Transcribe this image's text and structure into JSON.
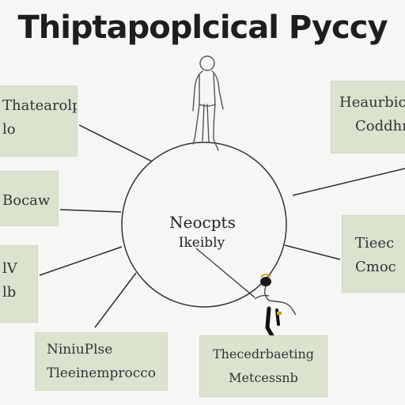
{
  "title": "Thiptapoplcical Pyccy",
  "center": {
    "line1": "Neocpts",
    "line2": "Ikeibly"
  },
  "boxes": {
    "top_left": {
      "line1": "Thatearolp",
      "line2": "lo"
    },
    "mid_left": {
      "line1": "Bocaw"
    },
    "low_left": {
      "line1": "lV",
      "line2": "lb"
    },
    "bottom_left": {
      "line1": "NiniuPlse",
      "line2": "Tleeinemprocco"
    },
    "top_right": {
      "line1": "Heaurbic",
      "line2": "Coddhr"
    },
    "mid_right": {
      "line1": "Tieec",
      "line2": "Cmoc"
    },
    "bottom_center": {
      "line1": "Thecedrbaeting",
      "line2": "Metcessnb"
    }
  },
  "colors": {
    "box_fill": "#dbe3cf",
    "line": "#2a2a2a",
    "background": "#f6f6f4"
  }
}
